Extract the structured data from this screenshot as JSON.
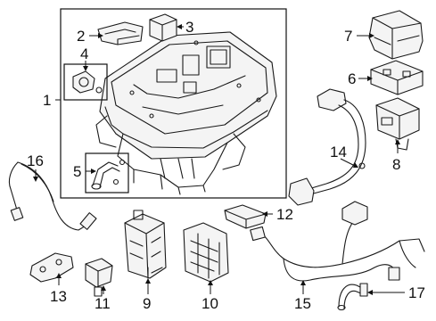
{
  "diagram": {
    "callouts": [
      {
        "id": "c1",
        "text": "1"
      },
      {
        "id": "c2",
        "text": "2"
      },
      {
        "id": "c3",
        "text": "3"
      },
      {
        "id": "c4",
        "text": "4"
      },
      {
        "id": "c5",
        "text": "5"
      },
      {
        "id": "c6",
        "text": "6"
      },
      {
        "id": "c7",
        "text": "7"
      },
      {
        "id": "c8",
        "text": "8"
      },
      {
        "id": "c9",
        "text": "9"
      },
      {
        "id": "c10",
        "text": "10"
      },
      {
        "id": "c11",
        "text": "11"
      },
      {
        "id": "c12",
        "text": "12"
      },
      {
        "id": "c13",
        "text": "13"
      },
      {
        "id": "c14",
        "text": "14"
      },
      {
        "id": "c15",
        "text": "15"
      },
      {
        "id": "c16",
        "text": "16"
      },
      {
        "id": "c17",
        "text": "17"
      }
    ]
  }
}
